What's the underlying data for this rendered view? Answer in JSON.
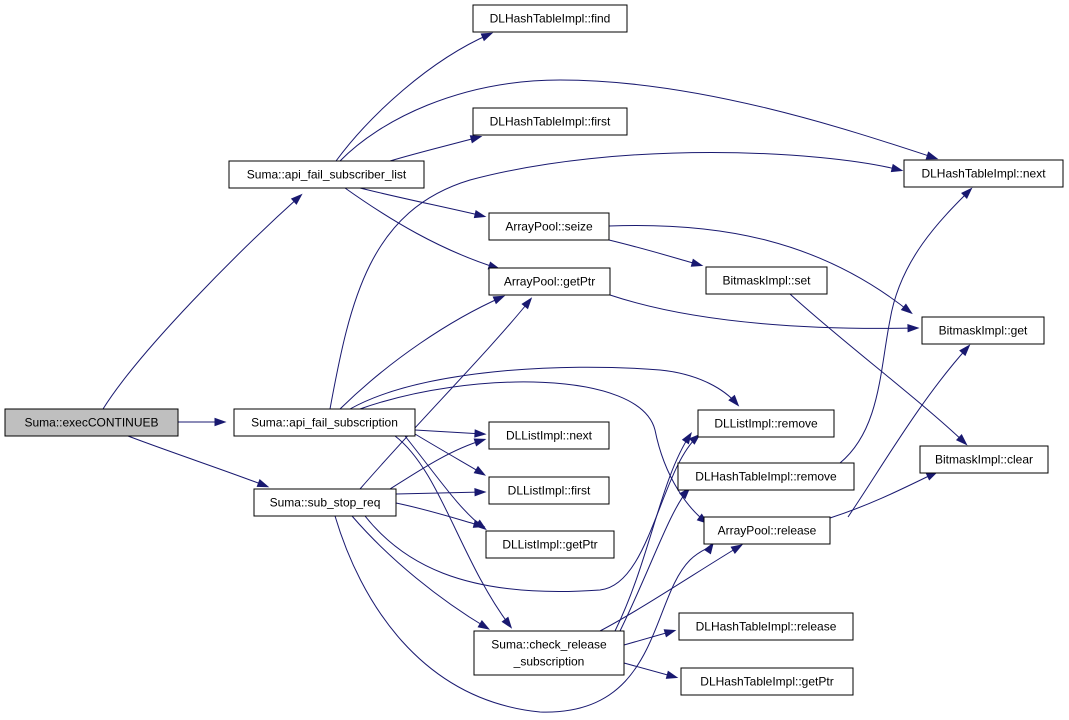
{
  "graph": {
    "type": "call-graph",
    "edge_color": "#191970",
    "root_fill": "#bfbfbf",
    "nodes": [
      {
        "id": "n0",
        "lines": [
          "Suma::execCONTINUEB"
        ],
        "root": true
      },
      {
        "id": "n1",
        "lines": [
          "Suma::api_fail_subscriber_list"
        ]
      },
      {
        "id": "n2",
        "lines": [
          "Suma::api_fail_subscription"
        ]
      },
      {
        "id": "n3",
        "lines": [
          "Suma::sub_stop_req"
        ]
      },
      {
        "id": "n4",
        "lines": [
          "DLHashTableImpl::find"
        ]
      },
      {
        "id": "n5",
        "lines": [
          "DLHashTableImpl::first"
        ]
      },
      {
        "id": "n6",
        "lines": [
          "ArrayPool::seize"
        ]
      },
      {
        "id": "n7",
        "lines": [
          "ArrayPool::getPtr"
        ]
      },
      {
        "id": "n8",
        "lines": [
          "DLListImpl::next"
        ]
      },
      {
        "id": "n9",
        "lines": [
          "DLListImpl::first"
        ]
      },
      {
        "id": "n10",
        "lines": [
          "DLListImpl::getPtr"
        ]
      },
      {
        "id": "n11",
        "lines": [
          "Suma::check_release",
          "_subscription"
        ]
      },
      {
        "id": "n12",
        "lines": [
          "BitmaskImpl::set"
        ]
      },
      {
        "id": "n13",
        "lines": [
          "DLListImpl::remove"
        ]
      },
      {
        "id": "n14",
        "lines": [
          "DLHashTableImpl::remove"
        ]
      },
      {
        "id": "n15",
        "lines": [
          "ArrayPool::release"
        ]
      },
      {
        "id": "n16",
        "lines": [
          "DLHashTableImpl::release"
        ]
      },
      {
        "id": "n17",
        "lines": [
          "DLHashTableImpl::getPtr"
        ]
      },
      {
        "id": "n18",
        "lines": [
          "DLHashTableImpl::next"
        ]
      },
      {
        "id": "n19",
        "lines": [
          "BitmaskImpl::get"
        ]
      },
      {
        "id": "n20",
        "lines": [
          "BitmaskImpl::clear"
        ]
      }
    ],
    "edges": [
      {
        "from": "n0",
        "to": "n1"
      },
      {
        "from": "n0",
        "to": "n2"
      },
      {
        "from": "n0",
        "to": "n3"
      },
      {
        "from": "n1",
        "to": "n4"
      },
      {
        "from": "n1",
        "to": "n5"
      },
      {
        "from": "n1",
        "to": "n18"
      },
      {
        "from": "n1",
        "to": "n6"
      },
      {
        "from": "n1",
        "to": "n7"
      },
      {
        "from": "n2",
        "to": "n18"
      },
      {
        "from": "n2",
        "to": "n7"
      },
      {
        "from": "n2",
        "to": "n13"
      },
      {
        "from": "n2",
        "to": "n8"
      },
      {
        "from": "n2",
        "to": "n9"
      },
      {
        "from": "n2",
        "to": "n10"
      },
      {
        "from": "n2",
        "to": "n15"
      },
      {
        "from": "n2",
        "to": "n11"
      },
      {
        "from": "n3",
        "to": "n7"
      },
      {
        "from": "n3",
        "to": "n8"
      },
      {
        "from": "n3",
        "to": "n9"
      },
      {
        "from": "n3",
        "to": "n10"
      },
      {
        "from": "n3",
        "to": "n11"
      },
      {
        "from": "n3",
        "to": "n13"
      },
      {
        "from": "n3",
        "to": "n15"
      },
      {
        "from": "n6",
        "to": "n12"
      },
      {
        "from": "n6",
        "to": "n19"
      },
      {
        "from": "n7",
        "to": "n19"
      },
      {
        "from": "n12",
        "to": "n20"
      },
      {
        "from": "n14",
        "to": "n18"
      },
      {
        "from": "n15",
        "to": "n19"
      },
      {
        "from": "n15",
        "to": "n20"
      },
      {
        "from": "n11",
        "to": "n13"
      },
      {
        "from": "n11",
        "to": "n14"
      },
      {
        "from": "n11",
        "to": "n15"
      },
      {
        "from": "n11",
        "to": "n16"
      },
      {
        "from": "n11",
        "to": "n17"
      }
    ]
  }
}
